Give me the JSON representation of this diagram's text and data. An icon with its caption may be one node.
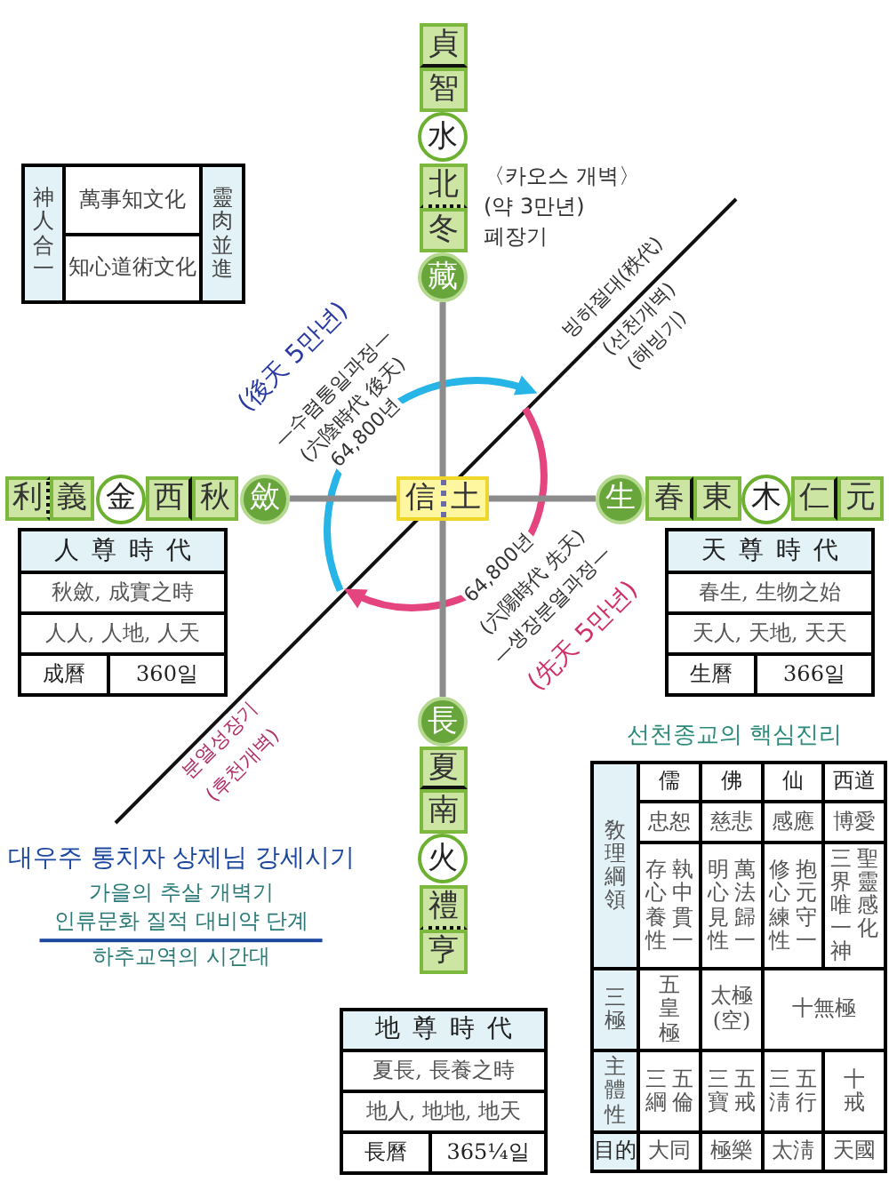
{
  "diagram": {
    "nodes": [
      {
        "text": [
          "貞"
        ]
      },
      {
        "text": [
          "智"
        ]
      },
      {
        "text": [
          "水"
        ]
      },
      {
        "text": [
          "北"
        ]
      },
      {
        "text": [
          "冬"
        ]
      },
      {
        "text": [
          "藏"
        ]
      },
      {
        "text": [
          "利"
        ]
      },
      {
        "text": [
          "義"
        ]
      },
      {
        "text": [
          "金"
        ]
      },
      {
        "text": [
          "西"
        ]
      },
      {
        "text": [
          "秋"
        ]
      },
      {
        "text": [
          "斂"
        ]
      },
      {
        "text": [
          "信",
          "土"
        ]
      },
      {
        "text": [
          "生"
        ]
      },
      {
        "text": [
          "春"
        ]
      },
      {
        "text": [
          "東"
        ]
      },
      {
        "text": [
          "木"
        ]
      },
      {
        "text": [
          "仁"
        ]
      },
      {
        "text": [
          "元"
        ]
      },
      {
        "text": [
          "長"
        ]
      },
      {
        "text": [
          "夏"
        ]
      },
      {
        "text": [
          "南"
        ]
      },
      {
        "text": [
          "火"
        ]
      },
      {
        "text": [
          "禮"
        ]
      },
      {
        "text": [
          "亨"
        ]
      }
    ],
    "edges": [
      {
        "from": 5,
        "to": 12,
        "arrow": "none"
      },
      {
        "from": 11,
        "to": 12,
        "arrow": "none"
      },
      {
        "from": 12,
        "to": 13,
        "arrow": "none"
      },
      {
        "from": 12,
        "to": 19,
        "arrow": "none"
      }
    ],
    "labels": [
      "〈카오스 개벽〉",
      "(약 3만년)",
      "폐장기",
      "神人合一",
      "萬事知文化",
      "靈肉並進",
      "知心道術文化",
      "빙하절대(秩代)",
      "(선천개벽)",
      "(해빙기)",
      "(後天 5만년)",
      "—수렴통일과정—",
      "(六陰時代 後天)",
      "64,800년",
      "人尊時代",
      "秋斂, 成實之時",
      "人人, 人地, 人天",
      "成曆",
      "360일",
      "天尊時代",
      "春生, 生物之始",
      "天人, 天地, 天天",
      "生曆",
      "366일",
      "64,800년",
      "(六陽時代 先天)",
      "—생장분열과정—",
      "(先天 5만년)",
      "선천종교의 핵심진리",
      "분열성장기",
      "(후천개벽)",
      "敎理綱領",
      "儒",
      "佛",
      "仙",
      "西道",
      "忠恕",
      "慈悲",
      "感應",
      "博愛",
      "存心養性",
      "執中貫一",
      "明心見性",
      "萬法歸一",
      "修心練性",
      "抱元守一",
      "三界唯一神",
      "聖靈感化",
      "三極",
      "五皇極",
      "太極(空)",
      "十無極",
      "主體性",
      "三綱",
      "五倫",
      "三寶",
      "五戒",
      "三淸",
      "五行",
      "十戒",
      "目的",
      "大同",
      "極樂",
      "太淸",
      "天國",
      "대우주 통치자 상제님 강세시기",
      "가을의 추살 개벽기",
      "인류문화 질적 대비약 단계",
      "하추교역의 시간대",
      "地尊時代",
      "夏長, 長養之時",
      "地人, 地地, 地天",
      "長曆",
      "365¼일"
    ]
  }
}
